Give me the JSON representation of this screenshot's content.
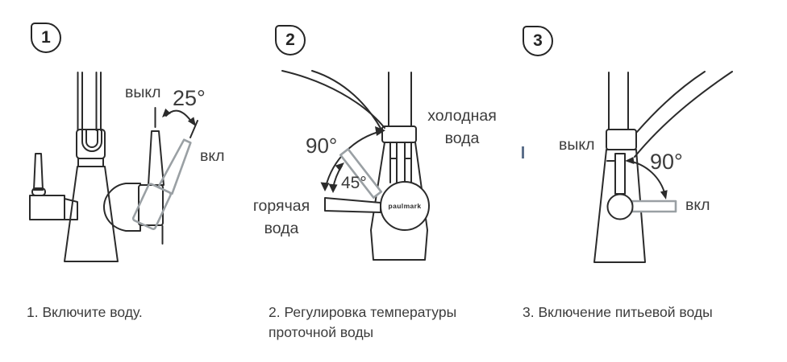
{
  "colors": {
    "line": "#2b2b2b",
    "gray_lever": "#9aa0a4",
    "text": "#3c3c3c",
    "side_tick": "#5c6f8a"
  },
  "panels": [
    {
      "badge": "1",
      "caption": "1. Включите воду.",
      "off_label": "выкл",
      "on_label": "вкл",
      "angle_label": "25°"
    },
    {
      "badge": "2",
      "caption": "2. Регулировка температуры проточной воды",
      "cold_label": "холодная вода",
      "hot_label": "горячая вода",
      "angle_large_label": "90°",
      "angle_small_label": "45°",
      "logo": "paulmark"
    },
    {
      "badge": "3",
      "caption": "3. Включение питьевой воды",
      "off_label": "выкл",
      "on_label": "вкл",
      "angle_label": "90°"
    }
  ]
}
